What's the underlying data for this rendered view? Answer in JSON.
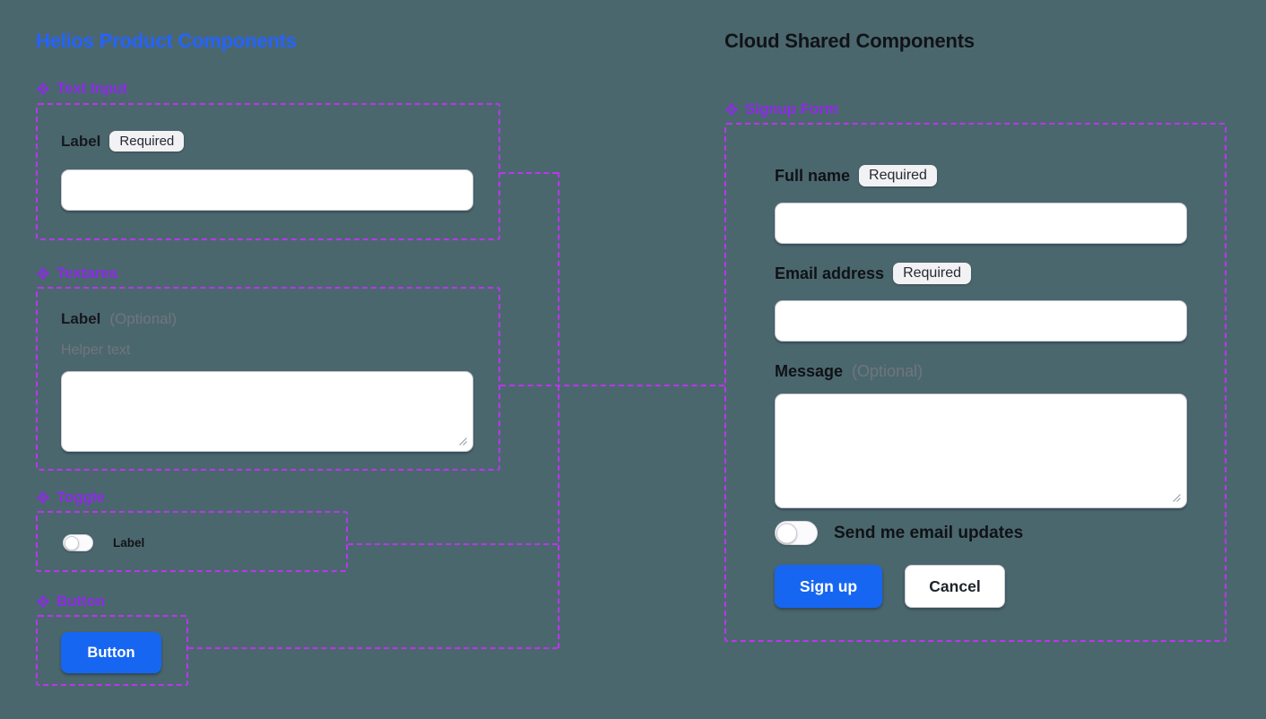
{
  "colors": {
    "canvas_background": "#4B676E",
    "dashed_outline": "#BB35F0",
    "section_label_purple": "#8C2BE5",
    "left_title_blue": "#2463FF",
    "primary_button_blue": "#1766F2"
  },
  "left": {
    "title": "Helios Product Components",
    "sections": {
      "text_input": {
        "name": "Text Input",
        "field_label": "Label",
        "badge": "Required",
        "input_value": ""
      },
      "textarea": {
        "name": "Textarea",
        "field_label": "Label",
        "optional_suffix": "(Optional)",
        "helper_text": "Helper text",
        "textarea_value": ""
      },
      "toggle": {
        "name": "Toggle",
        "toggle_label": "Label",
        "state": "off"
      },
      "button": {
        "name": "Button",
        "button_label": "Button"
      }
    }
  },
  "right": {
    "title": "Cloud Shared Components",
    "signup_form": {
      "name": "Signup Form",
      "full_name": {
        "label": "Full name",
        "badge": "Required",
        "value": ""
      },
      "email": {
        "label": "Email address",
        "badge": "Required",
        "value": ""
      },
      "message": {
        "label": "Message",
        "optional_suffix": "(Optional)",
        "value": ""
      },
      "updates_toggle": {
        "label": "Send me email updates",
        "state": "off"
      },
      "submit_label": "Sign up",
      "cancel_label": "Cancel"
    }
  }
}
